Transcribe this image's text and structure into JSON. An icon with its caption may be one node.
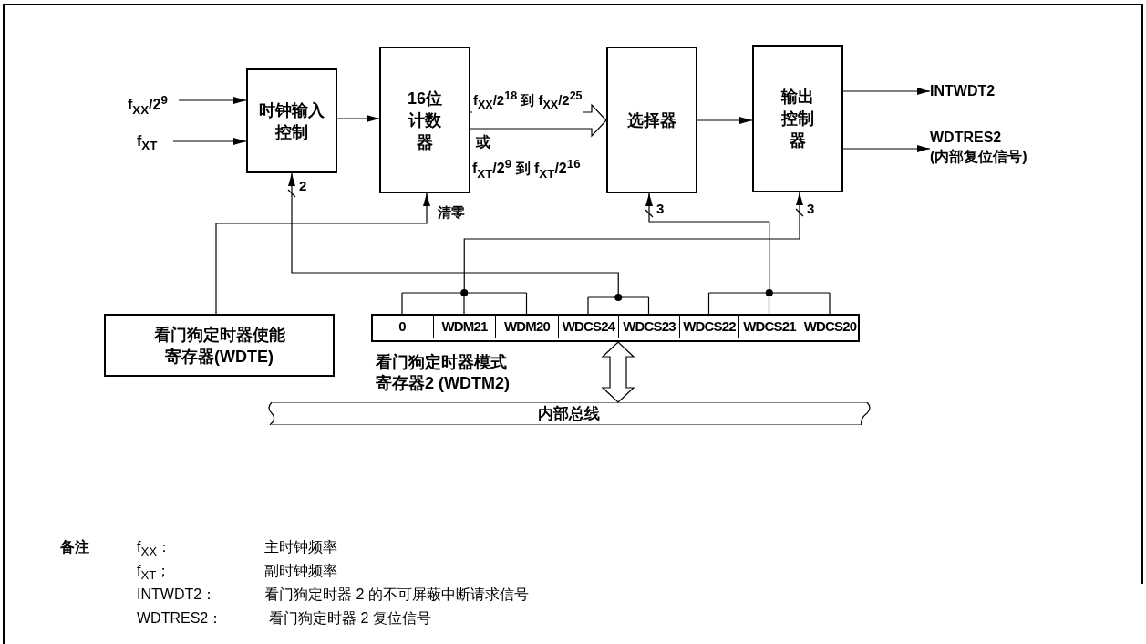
{
  "diagram": {
    "nodes": [
      {
        "text": [
          "f$_{XX}$/2$^{9}$"
        ]
      },
      {
        "text": [
          "f$_{XT}$"
        ]
      },
      {
        "text": [
          "时钟输入控制"
        ]
      },
      {
        "text": [
          "16位计数器"
        ]
      },
      {
        "text": [
          "选择器"
        ]
      },
      {
        "text": [
          "输出控制器"
        ]
      },
      {
        "text": [
          "INTWDT2"
        ]
      },
      {
        "text": [
          "WDTRES2 (内部复位信号)"
        ]
      },
      {
        "text": [
          "看门狗定时器使能寄存器(WDTE)"
        ]
      },
      {
        "text": [
          "看门狗定时器模式寄存器2 (WDTM2)"
        ]
      },
      {
        "text": [
          "0"
        ],
        "in": 9
      },
      {
        "text": [
          "WDM21"
        ],
        "in": 9
      },
      {
        "text": [
          "WDM20"
        ],
        "in": 9
      },
      {
        "text": [
          "WDCS24"
        ],
        "in": 9
      },
      {
        "text": [
          "WDCS23"
        ],
        "in": 9
      },
      {
        "text": [
          "WDCS22"
        ],
        "in": 9
      },
      {
        "text": [
          "WDCS21"
        ],
        "in": 9
      },
      {
        "text": [
          "WDCS20"
        ],
        "in": 9
      },
      {
        "text": [
          "内部总线"
        ]
      }
    ],
    "edges": [
      {
        "from": 0,
        "to": 2,
        "arrow": "to"
      },
      {
        "from": 1,
        "to": 2,
        "arrow": "to"
      },
      {
        "from": 2,
        "to": 3,
        "arrow": "to"
      },
      {
        "from": 3,
        "to": 4,
        "arrow": "to",
        "style": "thick",
        "label": "f$_{XX}$/2$^{18}$ 到 f$_{XX}$/2$^{25}$"
      },
      {
        "from": 4,
        "to": 5,
        "arrow": "to"
      },
      {
        "from": 5,
        "to": 6,
        "arrow": "to"
      },
      {
        "from": 5,
        "to": 7,
        "arrow": "to"
      },
      {
        "from": 8,
        "to": 3,
        "arrow": "to",
        "label": "清零"
      },
      {
        "from": 10,
        "to": 5,
        "arrow": "to",
        "label": "3"
      },
      {
        "from": 11,
        "to": 5,
        "arrow": "to"
      },
      {
        "from": 12,
        "to": 5,
        "arrow": "to"
      },
      {
        "from": 13,
        "to": 2,
        "arrow": "to",
        "label": "2"
      },
      {
        "from": 14,
        "to": 2,
        "arrow": "to"
      },
      {
        "from": 15,
        "to": 4,
        "arrow": "to",
        "label": "3"
      },
      {
        "from": 16,
        "to": 4,
        "arrow": "to"
      },
      {
        "from": 17,
        "to": 4,
        "arrow": "to"
      },
      {
        "from": 18,
        "to": 9,
        "arrow": "both",
        "style": "thick"
      }
    ],
    "labels": [
      "或",
      "f$_{XT}$/2$^{9}$ 到 f$_{XT}$/2$^{16}$",
      "备注",
      "f$_{XX}$：",
      "主时钟频率",
      "f$_{XT}$；",
      "副时钟频率",
      "INTWDT2：",
      "看门狗定时器 2 的不可屏蔽中断请求信号",
      "WDTRES2：",
      "看门狗定时器 2 复位信号"
    ]
  }
}
